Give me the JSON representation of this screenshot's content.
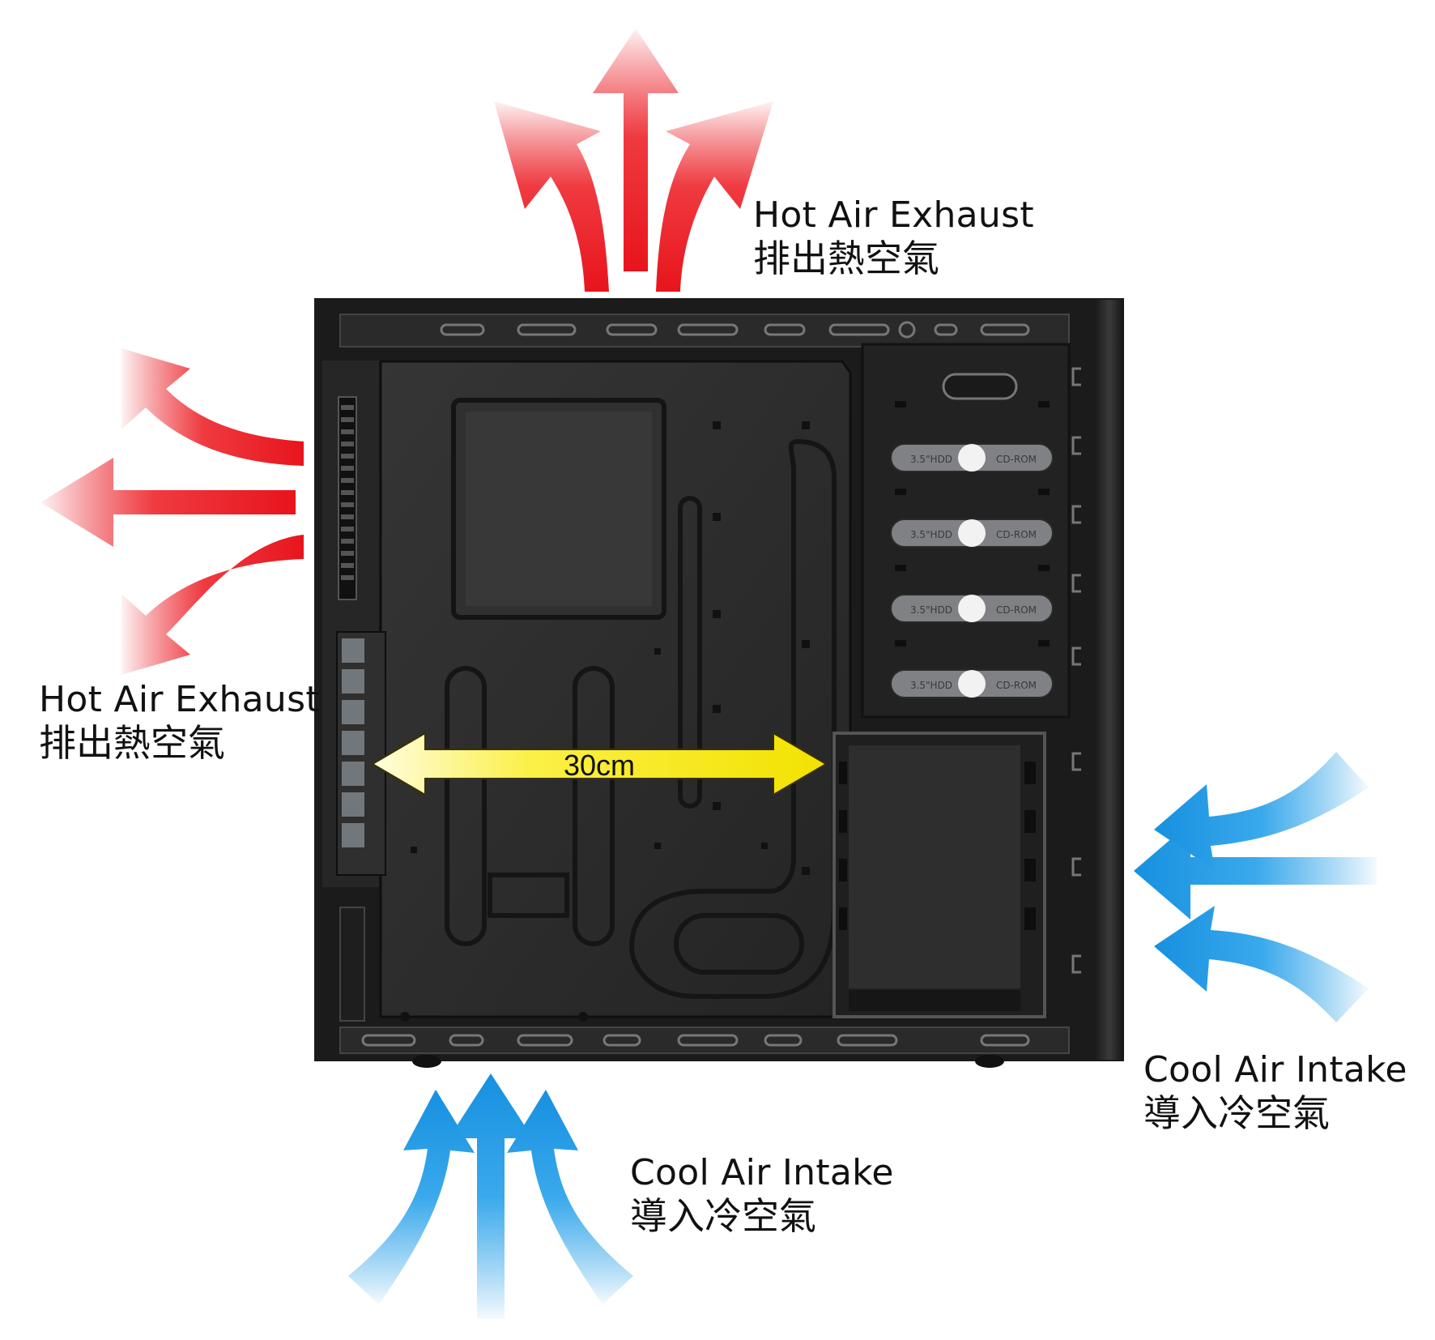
{
  "labels": {
    "top_exhaust": {
      "en": "Hot Air Exhaust",
      "zh": "排出熱空氣"
    },
    "left_exhaust": {
      "en": "Hot Air Exhaust",
      "zh": "排出熱空氣"
    },
    "right_intake": {
      "en": "Cool Air Intake",
      "zh": "導入冷空氣"
    },
    "bottom_intake": {
      "en": "Cool Air Intake",
      "zh": "導入冷空氣"
    }
  },
  "measurement": {
    "text": "30cm"
  },
  "drive_bay": {
    "tray_left_label": "3.5\"HDD",
    "tray_right_label": "CD-ROM"
  },
  "colors": {
    "hot_air": "#e8141c",
    "cool_air": "#1e9be6",
    "measure_arrow": "#f2e600",
    "case_body": "#1b1b1b",
    "case_inner": "#2c2c2c",
    "text": "#111111"
  }
}
